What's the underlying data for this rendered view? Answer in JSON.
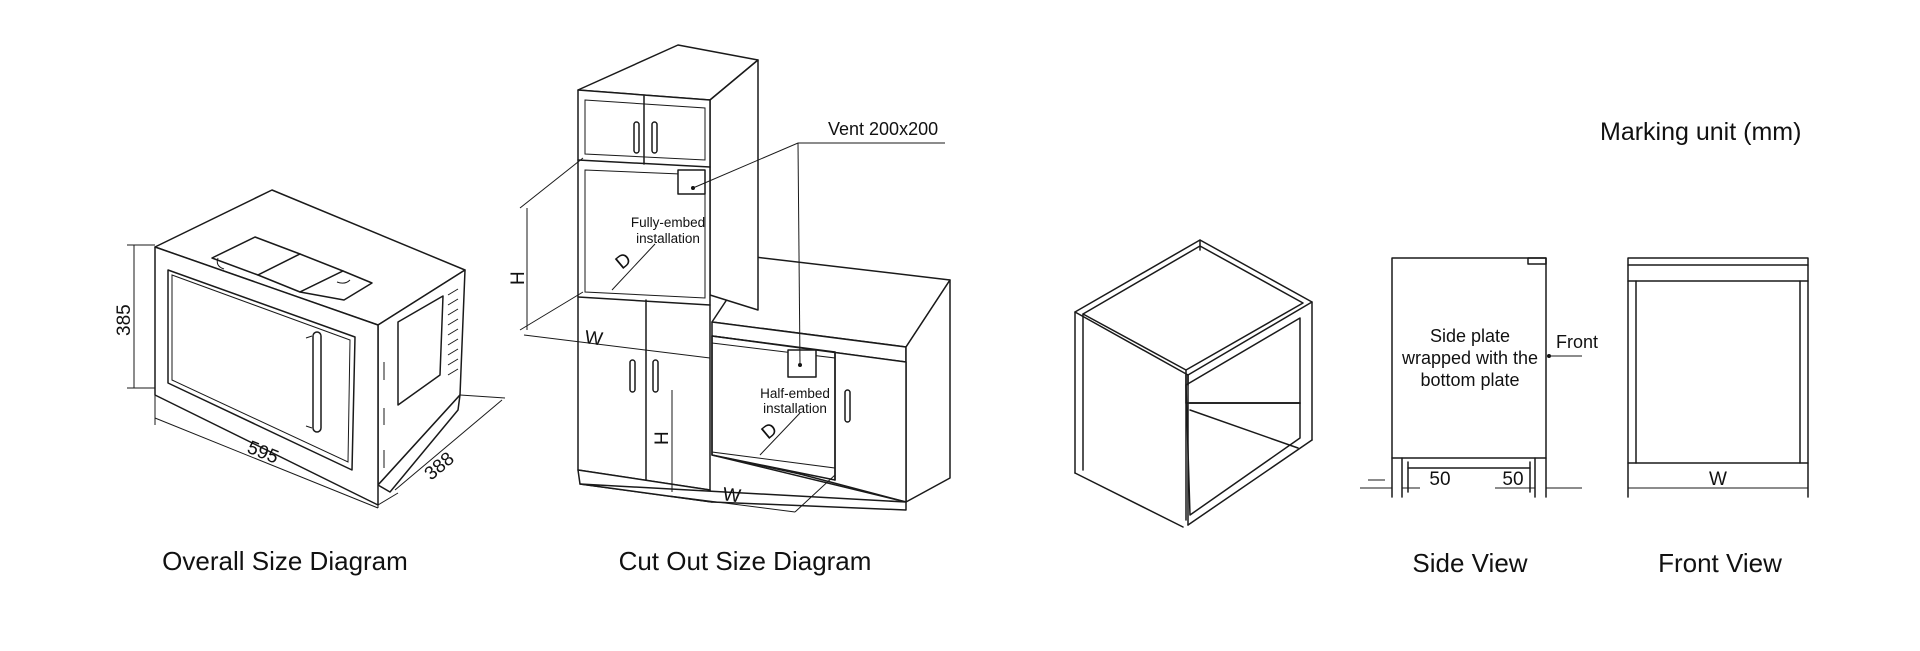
{
  "unit_note": "Marking unit (mm)",
  "captions": {
    "overall": "Overall Size Diagram",
    "cutout": "Cut Out Size Diagram",
    "side": "Side View",
    "front": "Front View"
  },
  "overall": {
    "height": "385",
    "width": "595",
    "depth": "388"
  },
  "cutout": {
    "vent": "Vent 200x200",
    "full_line1": "Fully-embed",
    "full_line2": "installation",
    "half_line1": "Half-embed",
    "half_line2": "installation",
    "h": "H",
    "d": "D",
    "w": "W"
  },
  "side_view": {
    "line1": "Side plate",
    "line2": "wrapped with the",
    "line3": "bottom plate",
    "front": "Front",
    "gap_left": "50",
    "gap_right": "50"
  },
  "front_view": {
    "w": "W"
  }
}
